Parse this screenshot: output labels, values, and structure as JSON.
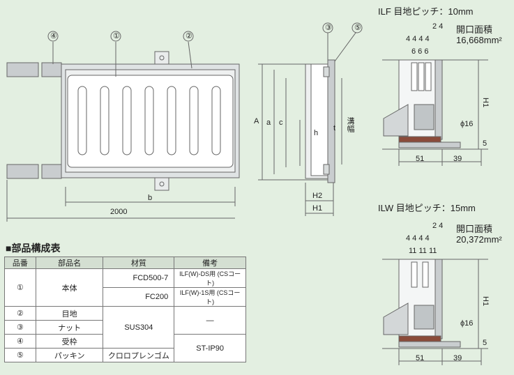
{
  "main_view": {
    "callouts": [
      "④",
      "①",
      "②",
      "③",
      "⑤"
    ],
    "dim_b": "b",
    "dim_total": "2000"
  },
  "section_view": {
    "dims": {
      "A": "A",
      "a": "a",
      "c": "c",
      "h": "h",
      "t": "t",
      "H2": "H2",
      "H1": "H1"
    },
    "groove_label": "溝幅"
  },
  "ilf": {
    "title": "ILF 目地ピッチ：10mm",
    "top_dims": "2  4",
    "area_label": "開口面積",
    "area_value": "16,668mm²",
    "small_dims": "4  4  4  4",
    "pitch_dims": "6  6  6",
    "h1": "H1",
    "phi": "ϕ16",
    "five": "5",
    "w51": "51",
    "w39": "39"
  },
  "ilw": {
    "title": "ILW 目地ピッチ：15mm",
    "top_dims": "2  4",
    "area_label": "開口面積",
    "area_value": "20,372mm²",
    "small_dims": "4  4  4  4",
    "pitch_dims": "11  11  11",
    "h1": "H1",
    "phi": "ϕ16",
    "five": "5",
    "w51": "51",
    "w39": "39"
  },
  "parts_table": {
    "title": "■部品構成表",
    "headers": [
      "品番",
      "部品名",
      "材質",
      "備考"
    ],
    "rows": [
      {
        "no": "①",
        "name": "本体",
        "material": "FCD500-7",
        "note": "ILF(W)-DS用 (CSコート)"
      },
      {
        "material": "FC200",
        "note": "ILF(W)-1S用 (CSコート)"
      },
      {
        "no": "②",
        "name": "目地",
        "material": "SUS304",
        "note": "—"
      },
      {
        "no": "③",
        "name": "ナット"
      },
      {
        "no": "④",
        "name": "受枠",
        "note": "ST-IP90"
      },
      {
        "no": "⑤",
        "name": "パッキン",
        "material": "クロロプレンゴム"
      }
    ]
  },
  "colors": {
    "background": "#e3efe1",
    "steel": "#b8bcbe",
    "rubber": "#8a4b3a",
    "line": "#555555"
  }
}
